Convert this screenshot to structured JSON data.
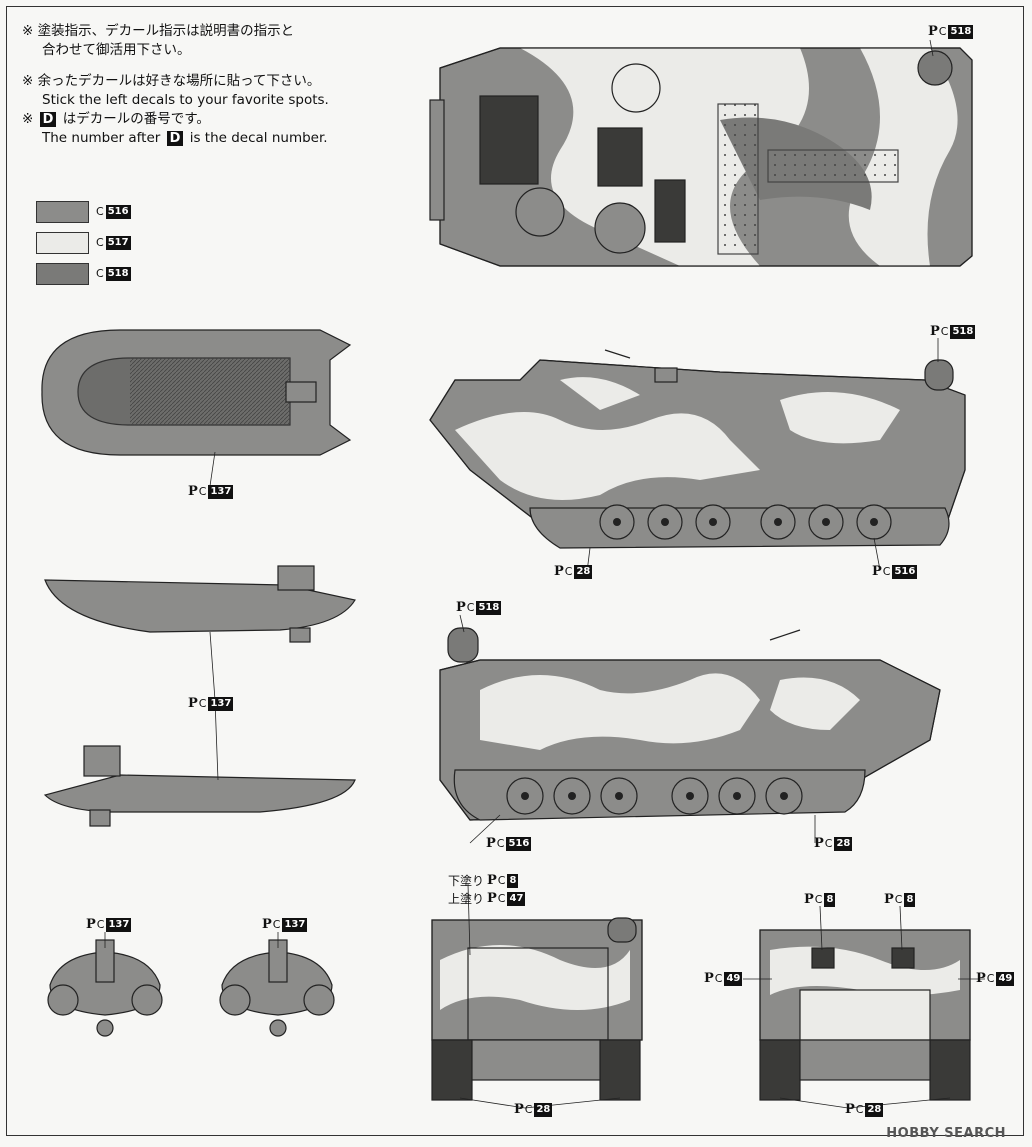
{
  "notes": {
    "line1_jp": "※ 塗装指示、デカール指示は説明書の指示と",
    "line1b_jp": "合わせて御活用下さい。",
    "line2_jp": "※ 余ったデカールは好きな場所に貼って下さい。",
    "line2_en": "Stick the left decals to your favorite spots.",
    "line3_pre": "※",
    "line3_d": "D",
    "line3_jp": "はデカールの番号です。",
    "line3_en_pre": "The number after",
    "line3_en_post": "is the decal number."
  },
  "legend": [
    {
      "c": "C",
      "num": "516",
      "color": "#8c8c8a"
    },
    {
      "c": "C",
      "num": "517",
      "color": "#ebebe8"
    },
    {
      "c": "C",
      "num": "518",
      "color": "#7a7a78"
    }
  ],
  "colors": {
    "c516": "#8c8c8a",
    "c517": "#ebebe8",
    "c518": "#7a7a78",
    "dark": "#3a3a38",
    "line": "#222222"
  },
  "callouts": {
    "top_518": {
      "p": "P",
      "c": "C",
      "num": "518"
    },
    "side1_518": {
      "p": "P",
      "c": "C",
      "num": "518"
    },
    "side1_28": {
      "p": "P",
      "c": "C",
      "num": "28"
    },
    "side1_516": {
      "p": "P",
      "c": "C",
      "num": "516"
    },
    "side2_518": {
      "p": "P",
      "c": "C",
      "num": "518"
    },
    "side2_516": {
      "p": "P",
      "c": "C",
      "num": "516"
    },
    "side2_28": {
      "p": "P",
      "c": "C",
      "num": "28"
    },
    "boat_top_137": {
      "p": "P",
      "c": "C",
      "num": "137"
    },
    "boat_side_137": {
      "p": "P",
      "c": "C",
      "num": "137"
    },
    "boat_f1_137": {
      "p": "P",
      "c": "C",
      "num": "137"
    },
    "boat_f2_137": {
      "p": "P",
      "c": "C",
      "num": "137"
    },
    "front_under": {
      "jp": "下塗り",
      "p": "P",
      "c": "C",
      "num": "8"
    },
    "front_over": {
      "jp": "上塗り",
      "p": "P",
      "c": "C",
      "num": "47"
    },
    "front_28": {
      "p": "P",
      "c": "C",
      "num": "28"
    },
    "rear_8a": {
      "p": "P",
      "c": "C",
      "num": "8"
    },
    "rear_8b": {
      "p": "P",
      "c": "C",
      "num": "8"
    },
    "rear_49a": {
      "p": "P",
      "c": "C",
      "num": "49"
    },
    "rear_49b": {
      "p": "P",
      "c": "C",
      "num": "49"
    },
    "rear_28": {
      "p": "P",
      "c": "C",
      "num": "28"
    }
  },
  "watermark": "HOBBY SEARCH"
}
